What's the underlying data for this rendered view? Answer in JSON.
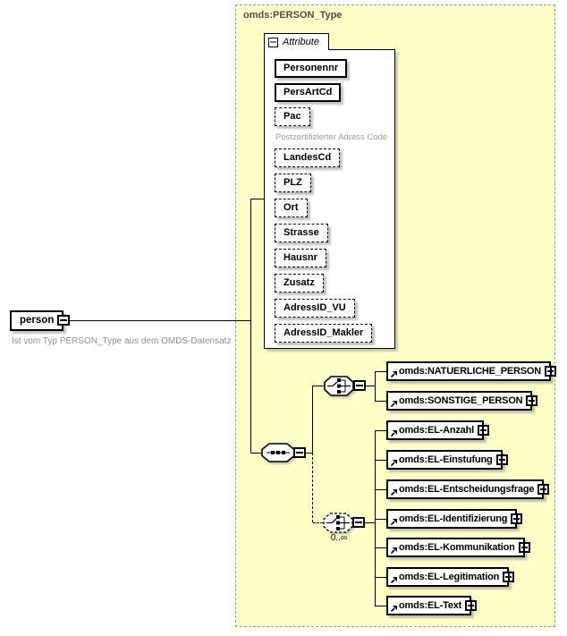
{
  "root_element": {
    "label": "person",
    "caption": "Ist vom Typ PERSON_Type aus dem OMDS-Datensatz"
  },
  "type_container": {
    "title": "omds:PERSON_Type"
  },
  "attributes_panel": {
    "tab_label": "Attribute",
    "items": [
      {
        "name": "Personennr",
        "use": "required"
      },
      {
        "name": "PersArtCd",
        "use": "required"
      },
      {
        "name": "Pac",
        "use": "optional",
        "annotation": "Postzertifizierter Adress Code"
      },
      {
        "name": "LandesCd",
        "use": "optional"
      },
      {
        "name": "PLZ",
        "use": "optional"
      },
      {
        "name": "Ort",
        "use": "optional"
      },
      {
        "name": "Strasse",
        "use": "optional"
      },
      {
        "name": "Hausnr",
        "use": "optional"
      },
      {
        "name": "Zusatz",
        "use": "optional"
      },
      {
        "name": "AdressID_VU",
        "use": "optional"
      },
      {
        "name": "AdressID_Makler",
        "use": "optional"
      }
    ]
  },
  "content_model": {
    "sequence": {
      "icon": "sequence-icon"
    },
    "choice_group": {
      "icon": "choice-icon",
      "elements": [
        {
          "label": "omds:NATUERLICHE_PERSON"
        },
        {
          "label": "omds:SONSTIGE_PERSON"
        }
      ]
    },
    "repeating_choice_group": {
      "icon": "choice-icon",
      "occurrence": "0..∞",
      "elements": [
        {
          "label": "omds:EL-Anzahl"
        },
        {
          "label": "omds:EL-Einstufung"
        },
        {
          "label": "omds:EL-Entscheidungsfrage"
        },
        {
          "label": "omds:EL-Identifizierung"
        },
        {
          "label": "omds:EL-Kommunikation"
        },
        {
          "label": "omds:EL-Legitimation"
        },
        {
          "label": "omds:EL-Text"
        }
      ]
    }
  },
  "colors": {
    "type_fill": "#ffffc8",
    "type_border": "#9b9b9b",
    "type_title_text": "#4d4d4d",
    "annotation_text": "#9b9b9b",
    "caption_text": "#8f8f8f",
    "line": "#000000",
    "box_fill": "#ffffff",
    "shadow": "#787878"
  }
}
